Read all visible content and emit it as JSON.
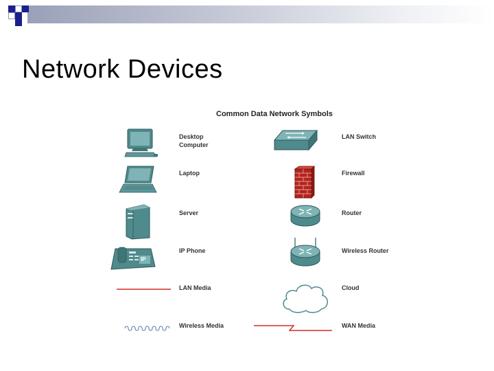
{
  "slide": {
    "title": "Network Devices"
  },
  "diagram": {
    "title": "Common Data Network Symbols",
    "symbols": {
      "desktop": {
        "label": "Desktop\nComputer",
        "icon": "desktop-computer-icon"
      },
      "laptop": {
        "label": "Laptop",
        "icon": "laptop-icon"
      },
      "server": {
        "label": "Server",
        "icon": "server-icon"
      },
      "ip_phone": {
        "label": "IP Phone",
        "icon": "ip-phone-icon",
        "badge": "IP"
      },
      "lan_media": {
        "label": "LAN Media",
        "icon": "lan-media-line"
      },
      "wireless_media": {
        "label": "Wireless Media",
        "icon": "wireless-media-line"
      },
      "lan_switch": {
        "label": "LAN Switch",
        "icon": "lan-switch-icon"
      },
      "firewall": {
        "label": "Firewall",
        "icon": "firewall-icon"
      },
      "router": {
        "label": "Router",
        "icon": "router-icon"
      },
      "wireless_router": {
        "label": "Wireless Router",
        "icon": "wireless-router-icon"
      },
      "cloud": {
        "label": "Cloud",
        "icon": "cloud-icon"
      },
      "wan_media": {
        "label": "WAN Media",
        "icon": "wan-media-line"
      }
    }
  },
  "colors": {
    "device_teal": "#4f8a8c",
    "firewall_red": "#b5231c",
    "media_red": "#cc0000",
    "wireless_blue": "#4a6fa8"
  }
}
